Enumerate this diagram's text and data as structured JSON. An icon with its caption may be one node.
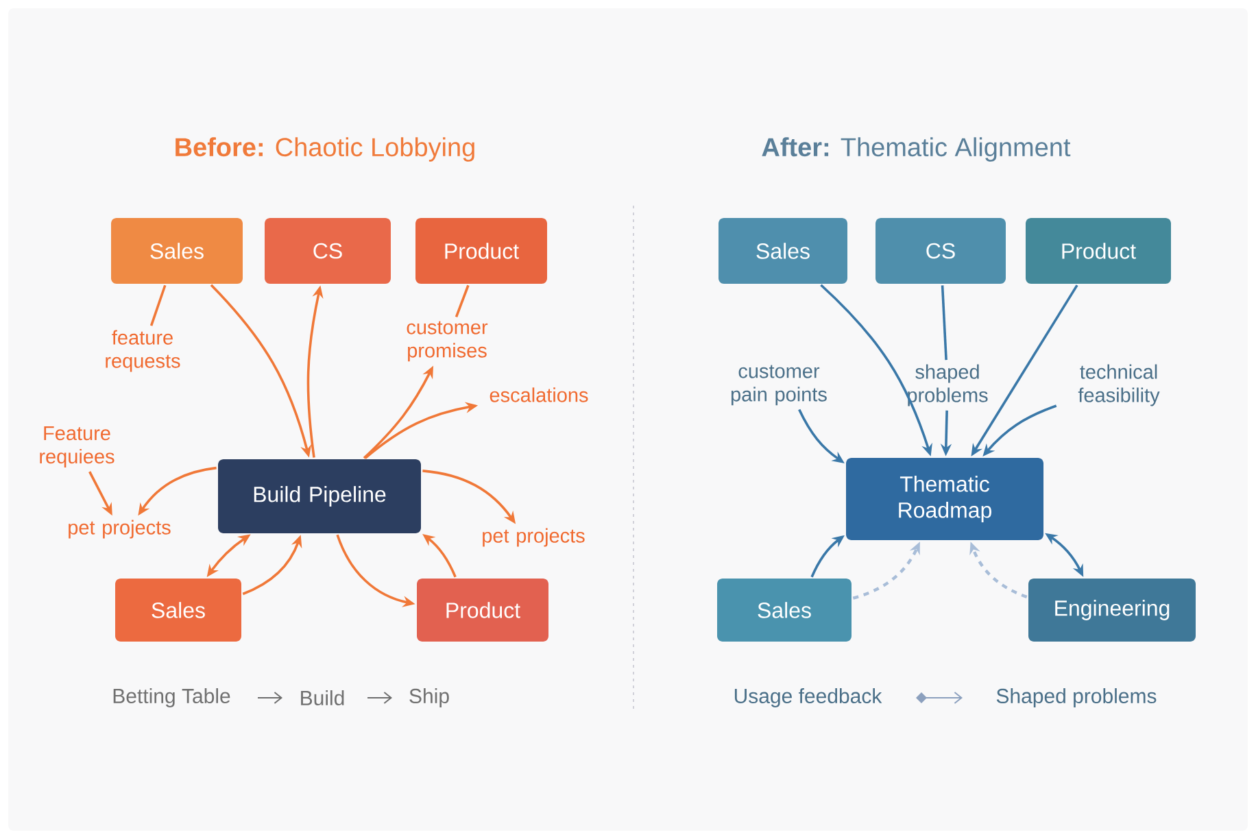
{
  "diagram": {
    "nodes": [
      {
        "text": [
          "Sales"
        ]
      },
      {
        "text": [
          "CS"
        ]
      },
      {
        "text": [
          "Product"
        ]
      },
      {
        "text": [
          "Build Pipeline"
        ]
      },
      {
        "text": [
          "Sales"
        ]
      },
      {
        "text": [
          "Product"
        ]
      },
      {
        "text": [
          "Sales"
        ]
      },
      {
        "text": [
          "CS"
        ]
      },
      {
        "text": [
          "Product"
        ]
      },
      {
        "text": [
          "Thematic Roadmap"
        ]
      },
      {
        "text": [
          "Sales"
        ]
      },
      {
        "text": [
          "Engineering"
        ]
      },
      {
        "text": [
          "feature requests"
        ]
      },
      {
        "text": [
          "customer promises"
        ]
      },
      {
        "text": [
          "escalations"
        ]
      },
      {
        "text": [
          "Feature requiees"
        ]
      },
      {
        "text": [
          "pet projects"
        ]
      },
      {
        "text": [
          "pet projects"
        ]
      },
      {
        "text": [
          "customer pain points"
        ]
      },
      {
        "text": [
          "shaped problems"
        ]
      },
      {
        "text": [
          "technical feasibility"
        ]
      }
    ],
    "edges": [
      {
        "from": 0,
        "to": 3,
        "arrow": "to"
      },
      {
        "from": 3,
        "to": 1,
        "arrow": "to"
      },
      {
        "from": 2,
        "to": 13,
        "arrow": "none"
      },
      {
        "from": 3,
        "to": 13,
        "arrow": "to"
      },
      {
        "from": 3,
        "to": 14,
        "arrow": "to"
      },
      {
        "from": 15,
        "to": 16,
        "arrow": "to"
      },
      {
        "from": 3,
        "to": 16,
        "arrow": "to"
      },
      {
        "from": 3,
        "to": 17,
        "arrow": "to"
      },
      {
        "from": 4,
        "to": 3,
        "arrow": "both"
      },
      {
        "from": 4,
        "to": 3,
        "arrow": "to"
      },
      {
        "from": 3,
        "to": 5,
        "arrow": "to"
      },
      {
        "from": 5,
        "to": 3,
        "arrow": "to"
      },
      {
        "from": 0,
        "to": 12,
        "arrow": "none"
      },
      {
        "from": 6,
        "to": 9,
        "arrow": "to",
        "color": "#3a78a8"
      },
      {
        "from": 7,
        "to": 19,
        "arrow": "none",
        "color": "#3a78a8"
      },
      {
        "from": 19,
        "to": 9,
        "arrow": "to",
        "color": "#3a78a8"
      },
      {
        "from": 8,
        "to": 9,
        "arrow": "to",
        "color": "#3a78a8"
      },
      {
        "from": 18,
        "to": 9,
        "arrow": "to",
        "color": "#3a78a8"
      },
      {
        "from": 20,
        "to": 9,
        "arrow": "to",
        "color": "#3a78a8"
      },
      {
        "from": 10,
        "to": 9,
        "arrow": "to",
        "color": "#3a78a8"
      },
      {
        "from": 9,
        "to": 11,
        "arrow": "both",
        "color": "#3a78a8"
      },
      {
        "from": 10,
        "to": 9,
        "arrow": "to",
        "style": "dashed",
        "color": "#a8bdd8"
      },
      {
        "from": 11,
        "to": 9,
        "arrow": "to",
        "style": "dashed",
        "color": "#a8bdd8"
      }
    ],
    "labels": [
      "**Before:** Chaotic Lobbying",
      "**After:** Thematic Alignment",
      "Betting Table",
      "Build",
      "Ship",
      "Usage feedback",
      "Shaped problems"
    ]
  }
}
